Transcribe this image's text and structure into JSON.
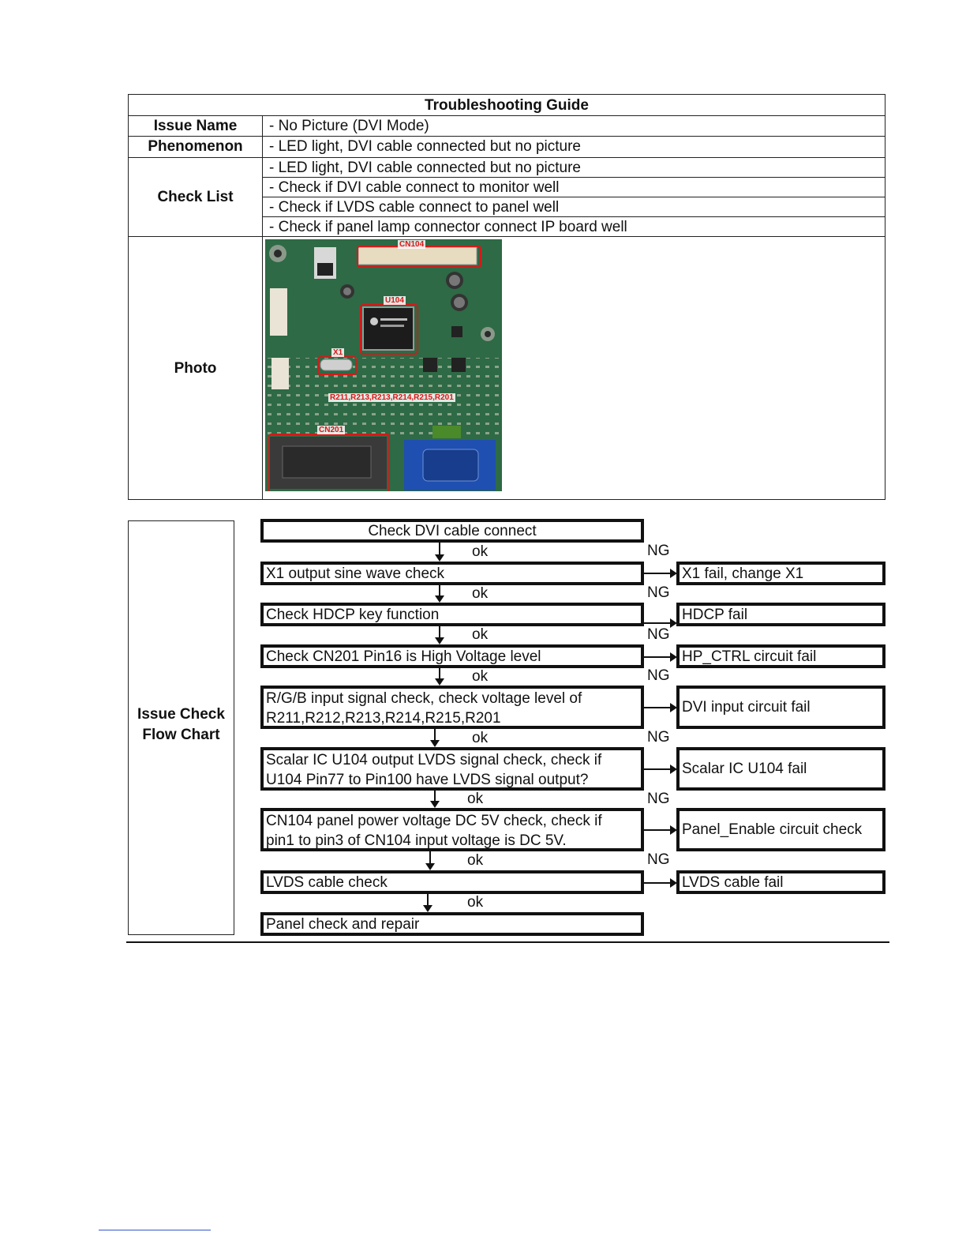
{
  "guide": {
    "title": "Troubleshooting Guide",
    "issue_name_label": "Issue Name",
    "issue_name_value": "- No Picture (DVI Mode)",
    "phenomenon_label": "Phenomenon",
    "phenomenon_value": "- LED light, DVI cable connected but no picture",
    "check_list_label": "Check List",
    "check_list": [
      "- LED light, DVI cable connected but no picture",
      "- Check if DVI cable connect to monitor well",
      "- Check if LVDS cable connect to panel well",
      "- Check if panel lamp connector connect IP board well"
    ],
    "photo_label": "Photo",
    "photo_callouts": {
      "cn104": "CN104",
      "u104": "U104",
      "x1": "X1",
      "resistors": "R211,R213,R213,R214,R215,R201",
      "cn201": "CN201"
    }
  },
  "flow": {
    "label_line1": "Issue Check",
    "label_line2": "Flow Chart",
    "ok": "ok",
    "ng": "NG",
    "steps": [
      {
        "text": [
          "Check DVI cable connect"
        ]
      },
      {
        "text": [
          "X1 output sine wave check"
        ],
        "fail": "X1 fail, change X1"
      },
      {
        "text": [
          "Check HDCP key function"
        ],
        "fail": "HDCP fail"
      },
      {
        "text": [
          "Check CN201 Pin16 is High Voltage level"
        ],
        "fail": "HP_CTRL circuit fail"
      },
      {
        "text": [
          "R/G/B input signal check, check voltage level of",
          "R211,R212,R213,R214,R215,R201"
        ],
        "fail": "DVI input circuit fail"
      },
      {
        "text": [
          "Scalar IC U104 output LVDS signal check, check if",
          "U104 Pin77 to Pin100 have LVDS signal output?"
        ],
        "fail": "Scalar IC U104 fail"
      },
      {
        "text": [
          "CN104 panel power voltage DC 5V check, check if",
          "pin1 to pin3 of CN104 input voltage is DC 5V."
        ],
        "fail": "Panel_Enable circuit check"
      },
      {
        "text": [
          "LVDS cable check"
        ],
        "fail": "LVDS cable fail"
      },
      {
        "text": [
          "Panel check and repair"
        ]
      }
    ]
  }
}
